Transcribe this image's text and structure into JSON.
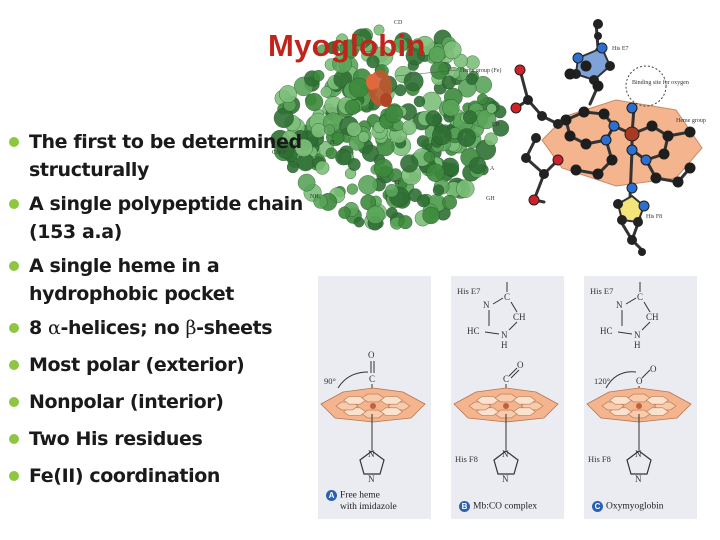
{
  "slide": {
    "title": "Myoglobin",
    "bullets": [
      {
        "pre": "The first to be determined structurally"
      },
      {
        "pre": "A single polypeptide chain (153 a.a)"
      },
      {
        "pre": "A single heme in a hydrophobic pocket"
      },
      {
        "pre": "8 ",
        "greek1": "α",
        "mid": "-helices; no ",
        "greek2": "β",
        "post": "-sheets"
      },
      {
        "pre": "Most polar (exterior)"
      },
      {
        "pre": "Nonpolar (interior)"
      },
      {
        "pre": "Two His residues"
      },
      {
        "pre": "Fe(II) coordination"
      }
    ]
  },
  "protein_figure": {
    "labels": {
      "heme_group_fe": "Heme group (Fe)",
      "cd": "CD",
      "coo": "COO⁻",
      "nh3": "NH₃",
      "h": "H",
      "gh": "GH",
      "ef": "EF",
      "eb": "EB",
      "a": "A"
    }
  },
  "heme_figure": {
    "labels": {
      "his_e7": "His E7",
      "binding_site": "Binding site for oxygen",
      "heme_group": "Heme group",
      "his_f8": "His F8"
    }
  },
  "panels": [
    {
      "badge": "A",
      "caption1": "Free heme",
      "caption2": "with imidazole",
      "angle": "90°"
    },
    {
      "badge": "B",
      "caption1": "Mb:CO complex",
      "caption2": "",
      "his_e7": "His E7",
      "his_f8": "His F8"
    },
    {
      "badge": "C",
      "caption1": "Oxymyoglobin",
      "caption2": "",
      "his_e7": "His E7",
      "his_f8": "His F8",
      "angle": "120°"
    }
  ],
  "chem_labels": {
    "o": "O",
    "c": "C",
    "n": "N",
    "h": "H",
    "hc": "HC",
    "ch": "CH"
  },
  "colors": {
    "title": "#c0251c",
    "bullet_dot": "#8dc640",
    "protein_green": "#3d8a3d",
    "heme_orange": "#f4b48e",
    "panel_bg": "#eaecf1",
    "badge_blue": "#2a62b3"
  }
}
